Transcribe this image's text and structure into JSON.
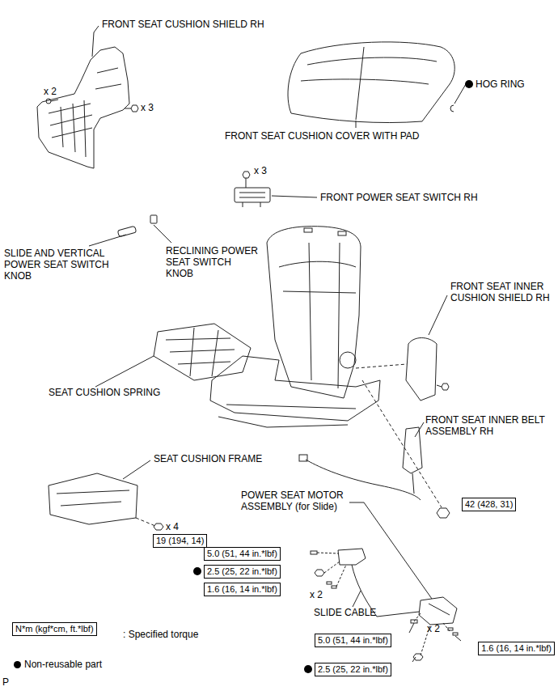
{
  "diagram": {
    "nodes": [
      {
        "text": [
          "42 (428, 31)"
        ]
      },
      {
        "text": [
          "19 (194, 14)"
        ]
      },
      {
        "text": [
          "5.0 (51, 44 in.*lbf)"
        ]
      },
      {
        "text": [
          "2.5 (25, 22 in.*lbf)"
        ]
      },
      {
        "text": [
          "1.6 (16, 14 in.*lbf)"
        ]
      },
      {
        "text": [
          "5.0 (51, 44 in.*lbf)"
        ]
      },
      {
        "text": [
          "1.6 (16, 14 in.*lbf)"
        ]
      },
      {
        "text": [
          "2.5 (25, 22 in.*lbf)"
        ]
      },
      {
        "text": [
          "N*m (kgf*cm, ft.*lbf)"
        ]
      }
    ],
    "labels": [
      "FRONT SEAT CUSHION SHIELD RH",
      "x 2",
      "x 3",
      "FRONT SEAT CUSHION COVER WITH PAD",
      "HOG RING",
      "x 3",
      "FRONT POWER SEAT SWITCH RH",
      "RECLINING POWER SEAT SWITCH KNOB",
      "SLIDE AND VERTICAL POWER SEAT SWITCH KNOB",
      "FRONT SEAT INNER CUSHION SHIELD RH",
      "SEAT CUSHION SPRING",
      "FRONT SEAT INNER BELT ASSEMBLY RH",
      "SEAT CUSHION FRAME",
      "POWER SEAT MOTOR ASSEMBLY (for Slide)",
      "x 4",
      "x 2",
      "SLIDE CABLE",
      "x 2",
      ": Specified torque",
      "P"
    ],
    "legend": [
      {
        "text": "Non-reusable part"
      }
    ]
  }
}
